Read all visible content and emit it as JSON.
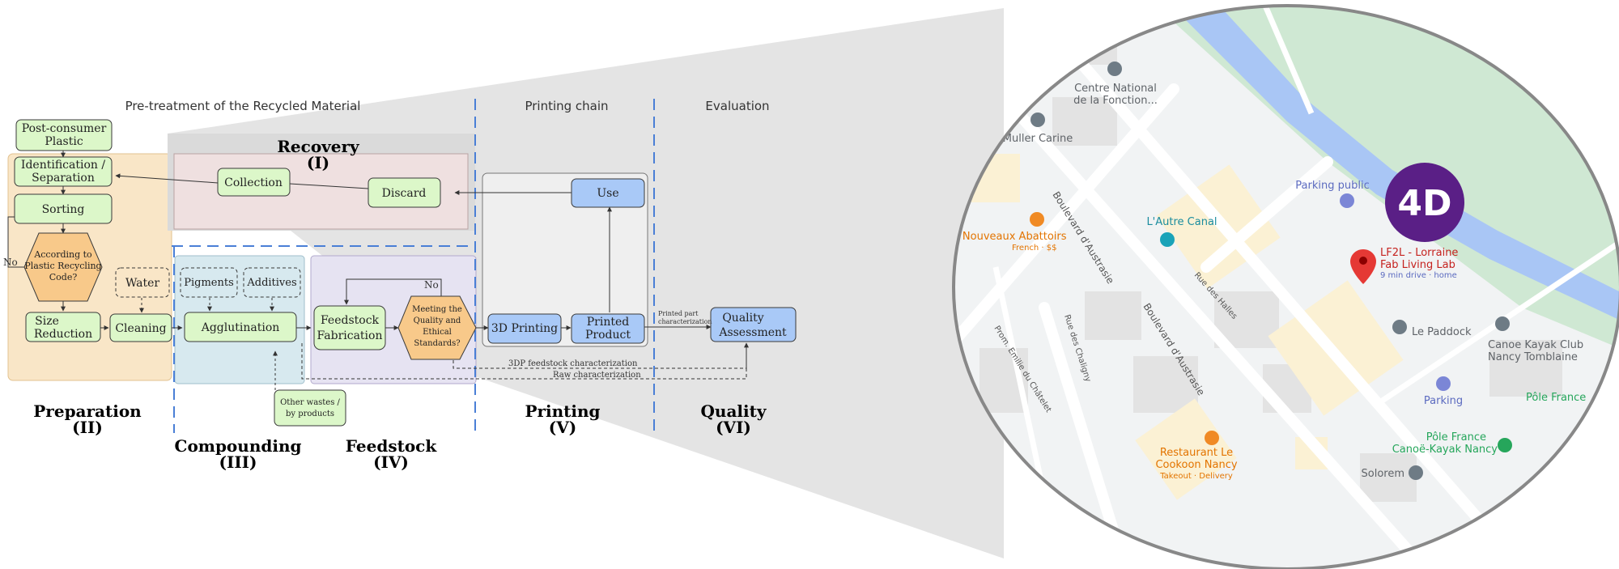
{
  "headers": {
    "pretreatment": "Pre-treatment of the Recycled Material",
    "printing_chain": "Printing chain",
    "evaluation": "Evaluation"
  },
  "stages": {
    "recovery": {
      "name": "Recovery",
      "num": "(I)"
    },
    "preparation": {
      "name": "Preparation",
      "num": "(II)"
    },
    "compounding": {
      "name": "Compounding",
      "num": "(III)"
    },
    "feedstock": {
      "name": "Feedstock",
      "num": "(IV)"
    },
    "printing": {
      "name": "Printing",
      "num": "(V)"
    },
    "quality": {
      "name": "Quality",
      "num": "(VI)"
    }
  },
  "nodes": {
    "post_consumer": [
      "Post-consumer",
      "Plastic"
    ],
    "identification": [
      "Identification /",
      "Separation"
    ],
    "sorting": [
      "Sorting"
    ],
    "recycling_code": [
      "According to",
      "Plastic Recycling",
      "Code?"
    ],
    "size_reduction": [
      "Size",
      "Reduction"
    ],
    "cleaning": [
      "Cleaning"
    ],
    "water": [
      "Water"
    ],
    "collection": [
      "Collection"
    ],
    "discard": [
      "Discard"
    ],
    "use": [
      "Use"
    ],
    "pigments": [
      "Pigments"
    ],
    "additives": [
      "Additives"
    ],
    "agglutination": [
      "Agglutination"
    ],
    "other_wastes": [
      "Other wastes /",
      "by products"
    ],
    "feedstock_fabrication": [
      "Feedstock",
      "Fabrication"
    ],
    "meeting_standards": [
      "Meeting the",
      "Quality and",
      "Ethical",
      "Standards?"
    ],
    "printing_3d": [
      "3D Printing"
    ],
    "printed_product": [
      "Printed",
      "Product"
    ],
    "quality_assessment": [
      "Quality",
      "Assessment"
    ]
  },
  "edge_labels": {
    "no_left": "No",
    "no_top": "No",
    "printed_part": [
      "Printed part",
      "characterization"
    ],
    "tdp_feedstock": "3DP feedstock characterization",
    "raw": "Raw characterization"
  },
  "map": {
    "places": {
      "centre_national": [
        "Centre National",
        "de la Fonction..."
      ],
      "muller": "Muller Carine",
      "parking_public": "Parking public",
      "lautre_canal": "L'Autre Canal",
      "abattoirs": "s Nouveaux Abattoirs",
      "abattoirs_sub": "French · $$",
      "lf2l": [
        "LF2L - Lorraine",
        "Fab Living Lab"
      ],
      "lf2l_sub": "9 min drive · home",
      "le_paddock": "Le Paddock",
      "canoe": [
        "Canoe Kayak Club",
        "Nancy Tomblaine"
      ],
      "parking": "Parking",
      "pole_france": "Pôle France",
      "pole_france_canoe": [
        "Pôle France",
        "Canoë-Kayak Nancy"
      ],
      "solorem": "Solorem",
      "cookoon": [
        "Restaurant Le",
        "Cookoon Nancy"
      ],
      "cookoon_sub": "Takeout · Delivery"
    },
    "streets": {
      "austrasie_1": "Boulevard d'Austrasie",
      "austrasie_2": "Boulevard d'Austrasie",
      "halles": "Rue des Halles",
      "chaligny": "Rue des Chaligny",
      "chatelet": "Prom. Emilie du Châtelet"
    },
    "logo": "4D"
  },
  "colors": {
    "green_fill": "#dcf7c9",
    "blue_fill": "#a9c9f7",
    "hex_fill": "#f8c98a",
    "preparation_bg": "#f9e6c7",
    "recovery_bg": "#efe0e0",
    "compounding_bg": "#d7e9ef",
    "feedstock_bg": "#e6e3f2",
    "dashed_blue": "#4a7fd6",
    "logo_purple": "#5a1f86",
    "river": "#a9c6f5",
    "park_green": "#cfe8d3"
  }
}
